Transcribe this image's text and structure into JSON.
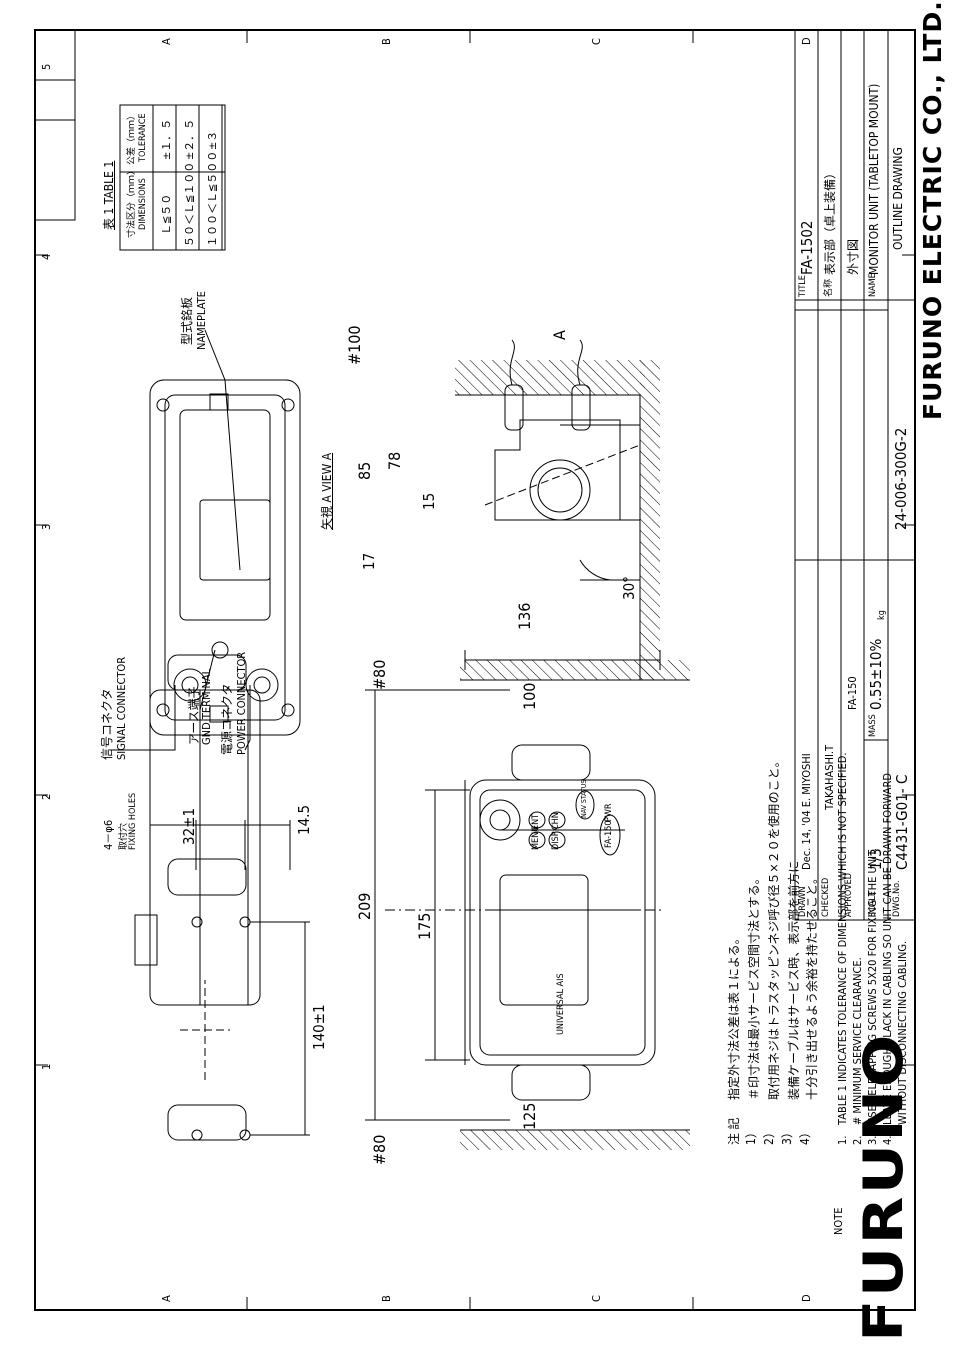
{
  "brand": "FURUNO",
  "maker": "FURUNO ELECTRIC CO., LTD.",
  "zones_numbers": [
    "1",
    "2",
    "3",
    "4",
    "5"
  ],
  "zones_letters": [
    "A",
    "B",
    "C",
    "D"
  ],
  "table": {
    "title": "表 1 TABLE 1",
    "head_jp1": "寸法区分（ｍｍ）",
    "head_en1": "DIMENSIONS",
    "head_jp2": "公差（ｍｍ）",
    "head_en2": "TOLERANCE",
    "rows": [
      {
        "range": "Ｌ≦５０",
        "tol": "±１．５"
      },
      {
        "range": "５０＜Ｌ≦１００",
        "tol": "±２．５"
      },
      {
        "range": "１００＜Ｌ≦５００",
        "tol": "±３"
      }
    ]
  },
  "labels": {
    "nameplate_jp": "型式銘板",
    "nameplate_en": "NAMEPLATE",
    "signal_jp": "信号コネクタ",
    "signal_en": "SIGNAL CONNECTOR",
    "gnd_jp": "アース端子",
    "gnd_en": "GND TERMINAL",
    "power_jp": "電源コネクタ",
    "power_en": "POWER CONNECTOR",
    "holes_a": "4－φ6",
    "holes_jp": "取付穴",
    "holes_en": "FIXING HOLES",
    "view_a": "矢視 A VIEW A",
    "arrow_a": "A",
    "brand_small": "UNIVERSAL AIS",
    "model_badge": "FA-150"
  },
  "dims": {
    "d140": "140±1",
    "d32": "32±1",
    "d14_5": "14.5",
    "d209": "209",
    "d175": "175",
    "d80a": "#80",
    "d80b": "#80",
    "d100": "100",
    "d125": "125",
    "d136": "136",
    "dh100": "#100",
    "d85": "85",
    "d78": "78",
    "d15": "15",
    "d17": "17",
    "d30": "30°"
  },
  "buttons": [
    "ENT",
    "DISP",
    "MENU",
    "CHN",
    "NAV STATUS",
    "PWR"
  ],
  "notes_jp": {
    "head": "注 記",
    "items": [
      {
        "num": "1）",
        "text": "指定外寸法公差は表１による。"
      },
      {
        "num": "2）",
        "text": "＃印寸法は最小サービス空間寸法とする。"
      },
      {
        "num": "3）",
        "text": "取付用ネジはトラスタッピンネジ呼び径５×２０を使用のこと。"
      },
      {
        "num": "4）",
        "text": "装備ケーブルはサービス時、表示部を前方に"
      },
      {
        "num": "",
        "text": "十分引き出せるよう余裕を持たせること。"
      }
    ]
  },
  "notes_en": {
    "head": "NOTE",
    "items": [
      {
        "num": "1.",
        "text": "TABLE 1 INDICATES TOLERANCE OF DIMENSIONS WHICH IS NOT SPECIFIED."
      },
      {
        "num": "2.",
        "text": "# MINIMUM SERVICE CLEARANCE."
      },
      {
        "num": "3.",
        "text": "USE SELF-TAPPING SCREWS 5X20 FOR FIXING THE UNIT."
      },
      {
        "num": "4.",
        "text": "LEAVE ENOUGH SLACK IN CABLING SO UNIT CAN BE DRAWN FORWARD"
      },
      {
        "num": "",
        "text": "WITHOUT DISCONNECTING CABLING."
      }
    ]
  },
  "title_block": {
    "drawn_l": "DRAWN",
    "drawn": "Dec. 14, '04 E. MIYOSHI",
    "checked_l": "CHECKED",
    "checked": "TAKAHASHI.T",
    "approved_l": "APPROVED",
    "scale_l": "SCALE",
    "scale": "1/3",
    "mass_l": "MASS",
    "mass": "0.55±10%",
    "mass_unit": "kg",
    "dwg_l": "DWG.No.",
    "dwg": "C4431-G01- C",
    "ref": "FA-150",
    "drawing_no": "24-006-300G-2",
    "title_l": "TITLE",
    "title": "FA-1502",
    "name_jp_l": "名称",
    "name_jp": "表示部（卓上装備）",
    "kind_jp": "外寸図",
    "name_l": "NAME",
    "name": "MONITOR UNIT (TABLETOP MOUNT)",
    "kind": "OUTLINE DRAWING"
  }
}
